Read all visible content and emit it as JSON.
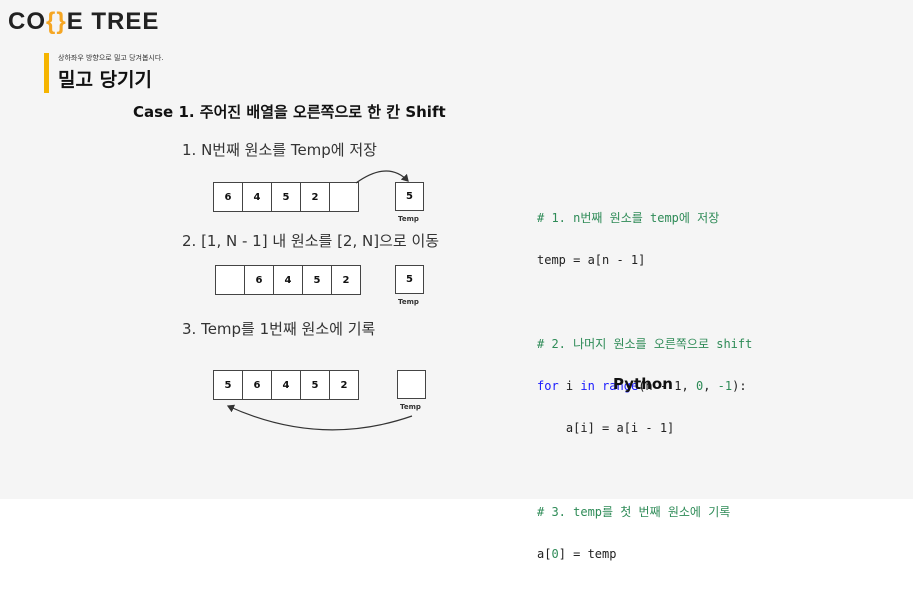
{
  "brand": {
    "prefix": "CO",
    "brace": "{}",
    "suffix": "E TREE"
  },
  "header": {
    "subtitle": "상하좌우 방향으로 밀고 당겨봅시다.",
    "title": "밀고 당기기"
  },
  "case_title": "Case 1. 주어진 배열을 오른쪽으로 한 칸 Shift",
  "steps": [
    {
      "label": "1. N번째 원소를 Temp에 저장",
      "cells": [
        "6",
        "4",
        "5",
        "2",
        ""
      ],
      "temp_value": "5",
      "temp_label": "Temp"
    },
    {
      "label": "2. [1, N - 1] 내 원소를 [2, N]으로 이동",
      "cells": [
        "",
        "6",
        "4",
        "5",
        "2"
      ],
      "temp_value": "5",
      "temp_label": "Temp"
    },
    {
      "label": "3. Temp를 1번째 원소에 기록",
      "cells": [
        "5",
        "6",
        "4",
        "5",
        "2"
      ],
      "temp_value": "",
      "temp_label": "Temp"
    }
  ],
  "code": {
    "c1": "# 1. n번째 원소를 temp에 저장",
    "l1": "temp = a[n - 1]",
    "c2": "# 2. 나머지 원소를 오른쪽으로 shift",
    "l2_for": "for",
    "l2_a": " i ",
    "l2_in": "in",
    "l2_sp": " ",
    "l2_range": "range",
    "l2_b": "(n - 1, ",
    "l2_zero": "0",
    "l2_c": ", ",
    "l2_neg": "-1",
    "l2_d": "):",
    "l3": "    a[i] = a[i - 1]",
    "c3": "# 3. temp를 첫 번째 원소에 기록",
    "l4_a": "a[",
    "l4_zero": "0",
    "l4_b": "] = temp"
  },
  "language_label": "Python",
  "colors": {
    "accent_bar": "#f5b400",
    "brace": "#f5a623",
    "comment": "#2e8b57",
    "keyword": "#1a1aff"
  }
}
